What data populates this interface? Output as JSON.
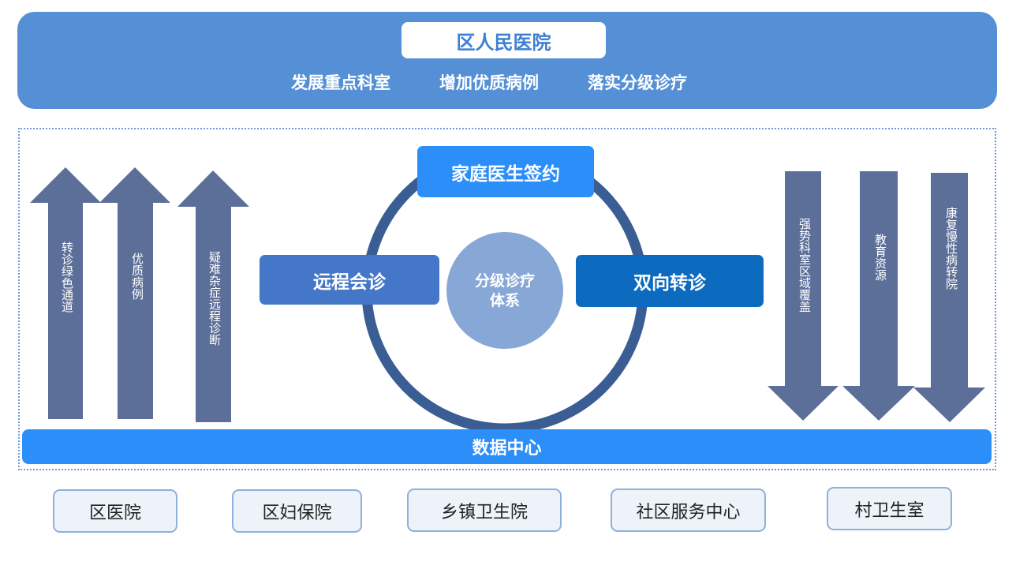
{
  "banner": {
    "title": "区人民医院",
    "goals": [
      "发展重点科室",
      "增加优质病例",
      "落实分级诊疗"
    ]
  },
  "center": {
    "line1": "分级诊疗",
    "line2": "体系"
  },
  "nodes": {
    "top": "家庭医生签约",
    "left": "远程会诊",
    "right": "双向转诊"
  },
  "up_arrows": [
    "转诊绿色通道",
    "优质病例",
    "疑难杂症远程诊断"
  ],
  "down_arrows": [
    "强势科室区域覆盖",
    "教育资源",
    "康复慢性病转院"
  ],
  "data_center": "数据中心",
  "facilities": [
    "区医院",
    "区妇保院",
    "乡镇卫生院",
    "社区服务中心",
    "村卫生室"
  ],
  "colors": {
    "banner": "#5590d6",
    "arrow": "#5c6f98",
    "ring": "#3a5e94",
    "center_circle": "#87a8d6",
    "node_top": "#2c8ef8",
    "node_left": "#4577c8",
    "node_right": "#0d6bbf",
    "data_center": "#2c8ef8"
  }
}
